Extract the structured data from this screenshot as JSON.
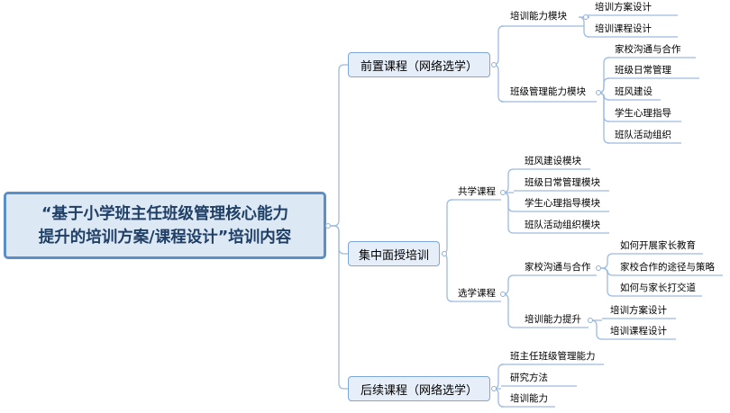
{
  "title_line1": "“基于小学班主任班级管理核心能力",
  "title_line2": "提升的培训方案/课程设计”培训内容",
  "branches": {
    "pre": {
      "label": "前置课程（网络选学）",
      "training_ability": {
        "label": "培训能力模块",
        "items": [
          "培训方案设计",
          "培训课程设计"
        ]
      },
      "class_management": {
        "label": "班级管理能力模块",
        "items": [
          "家校沟通与合作",
          "班级日常管理",
          "班风建设",
          "学生心理指导",
          "班队活动组织"
        ]
      }
    },
    "mid": {
      "label": "集中面授培训",
      "shared": {
        "label": "共学课程",
        "items": [
          "班风建设模块",
          "班级日常管理模块",
          "学生心理指导模块",
          "班队活动组织模块"
        ]
      },
      "elective": {
        "label": "选学课程",
        "home_school": {
          "label": "家校沟通与合作",
          "items": [
            "如何开展家长教育",
            "家校合作的途径与策略",
            "如何与家长打交道"
          ]
        },
        "training_up": {
          "label": "培训能力提升",
          "items": [
            "培训方案设计",
            "培训课程设计"
          ]
        }
      }
    },
    "post": {
      "label": "后续课程（网络选学）",
      "items": [
        "班主任班级管理能力",
        "研究方法",
        "培训能力"
      ]
    }
  }
}
